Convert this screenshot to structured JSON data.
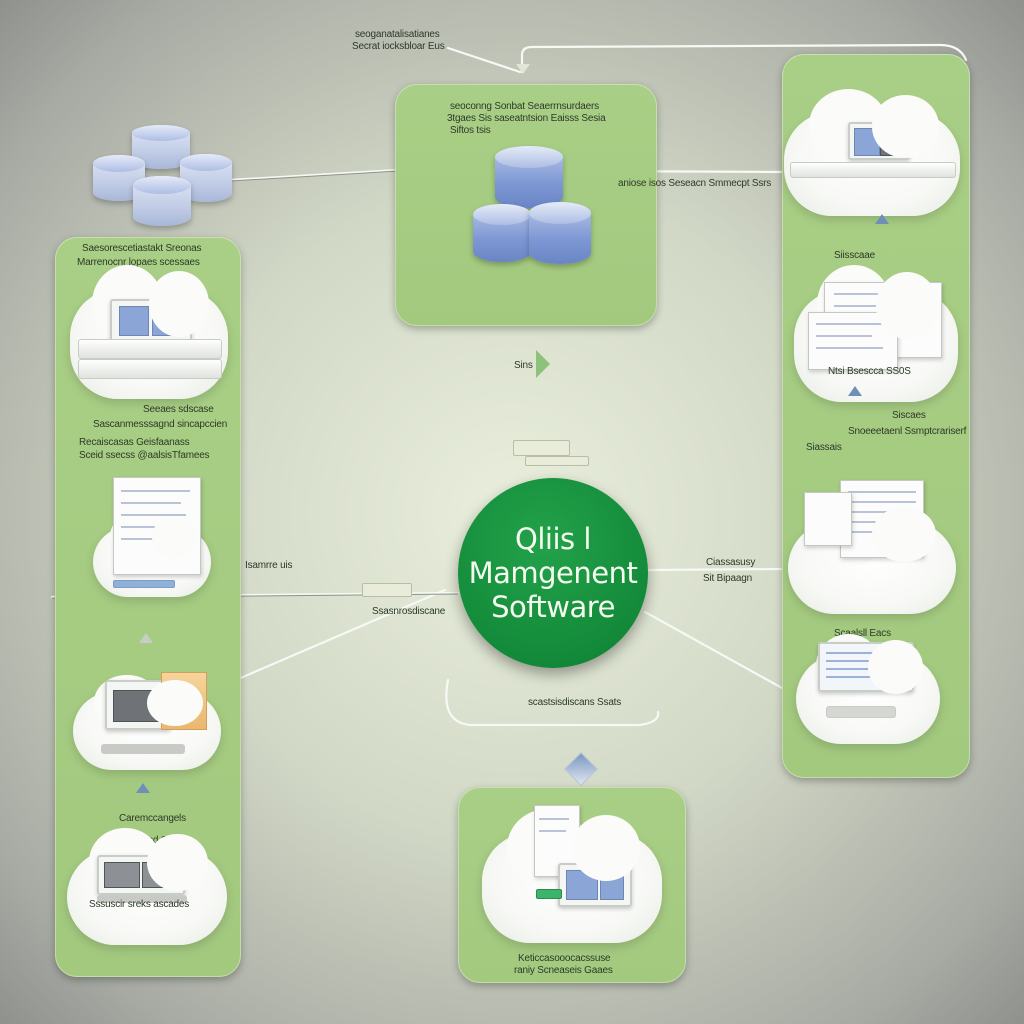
{
  "hub": {
    "line1": "Qliis l",
    "line2": "Mamgenent",
    "line3": "Software"
  },
  "labels": {
    "top_note_1": "seoganatalisatianes",
    "top_note_2": "Secrat iocksbloar Eus",
    "center_panel_1": "seoconng Sonbat Seaerrnsurdaers",
    "center_panel_2": "3tgaes Sis  saseatntsion Eaisss Sesia",
    "center_panel_3": "Siftos tsis",
    "center_right_link": "aniose isos  Seseacn Smmecpt Ssrs",
    "mid_arrow": "Sins",
    "hub_left": "Ssasnrosdiscane",
    "hub_right_1": "Ciassasusy",
    "hub_right_2": "Sit Bipaagn",
    "hub_bottom": "scastsisdiscans Ssats",
    "left_edge": "Isamrre uis",
    "left_1a": "Saesorescetiastakt Sreonas",
    "left_1b": "Marrenocnr lopaes  scessaes",
    "left_2a": "Seeaes sdscase",
    "left_2b": "Sascanmesssagnd sincapccien",
    "left_2c": "Recaiscasas Geisfaanass",
    "left_2d": "Sceid ssecss @aalsisTfamees",
    "left_3": "Caremccangels",
    "left_4a": "Caonsd Stiae",
    "left_4b": "Sssuscir sreks ascades",
    "right_1": "Siisscaae",
    "right_2a": "Ntsi Bsescca SS0S",
    "right_2b": "Siscaes",
    "right_2c": "Snoeeetaenl Ssmptcrariserf",
    "right_2d": "Siassais",
    "right_3": "Scaalsll Eacs",
    "bottom_1": "Keticcasooocacssuse",
    "bottom_2": "raniy Scneaseis Gaaes"
  },
  "colors": {
    "panel_green": "#a6cc82",
    "hub_green": "#148a3b",
    "db_blue": "#7e98d4"
  }
}
